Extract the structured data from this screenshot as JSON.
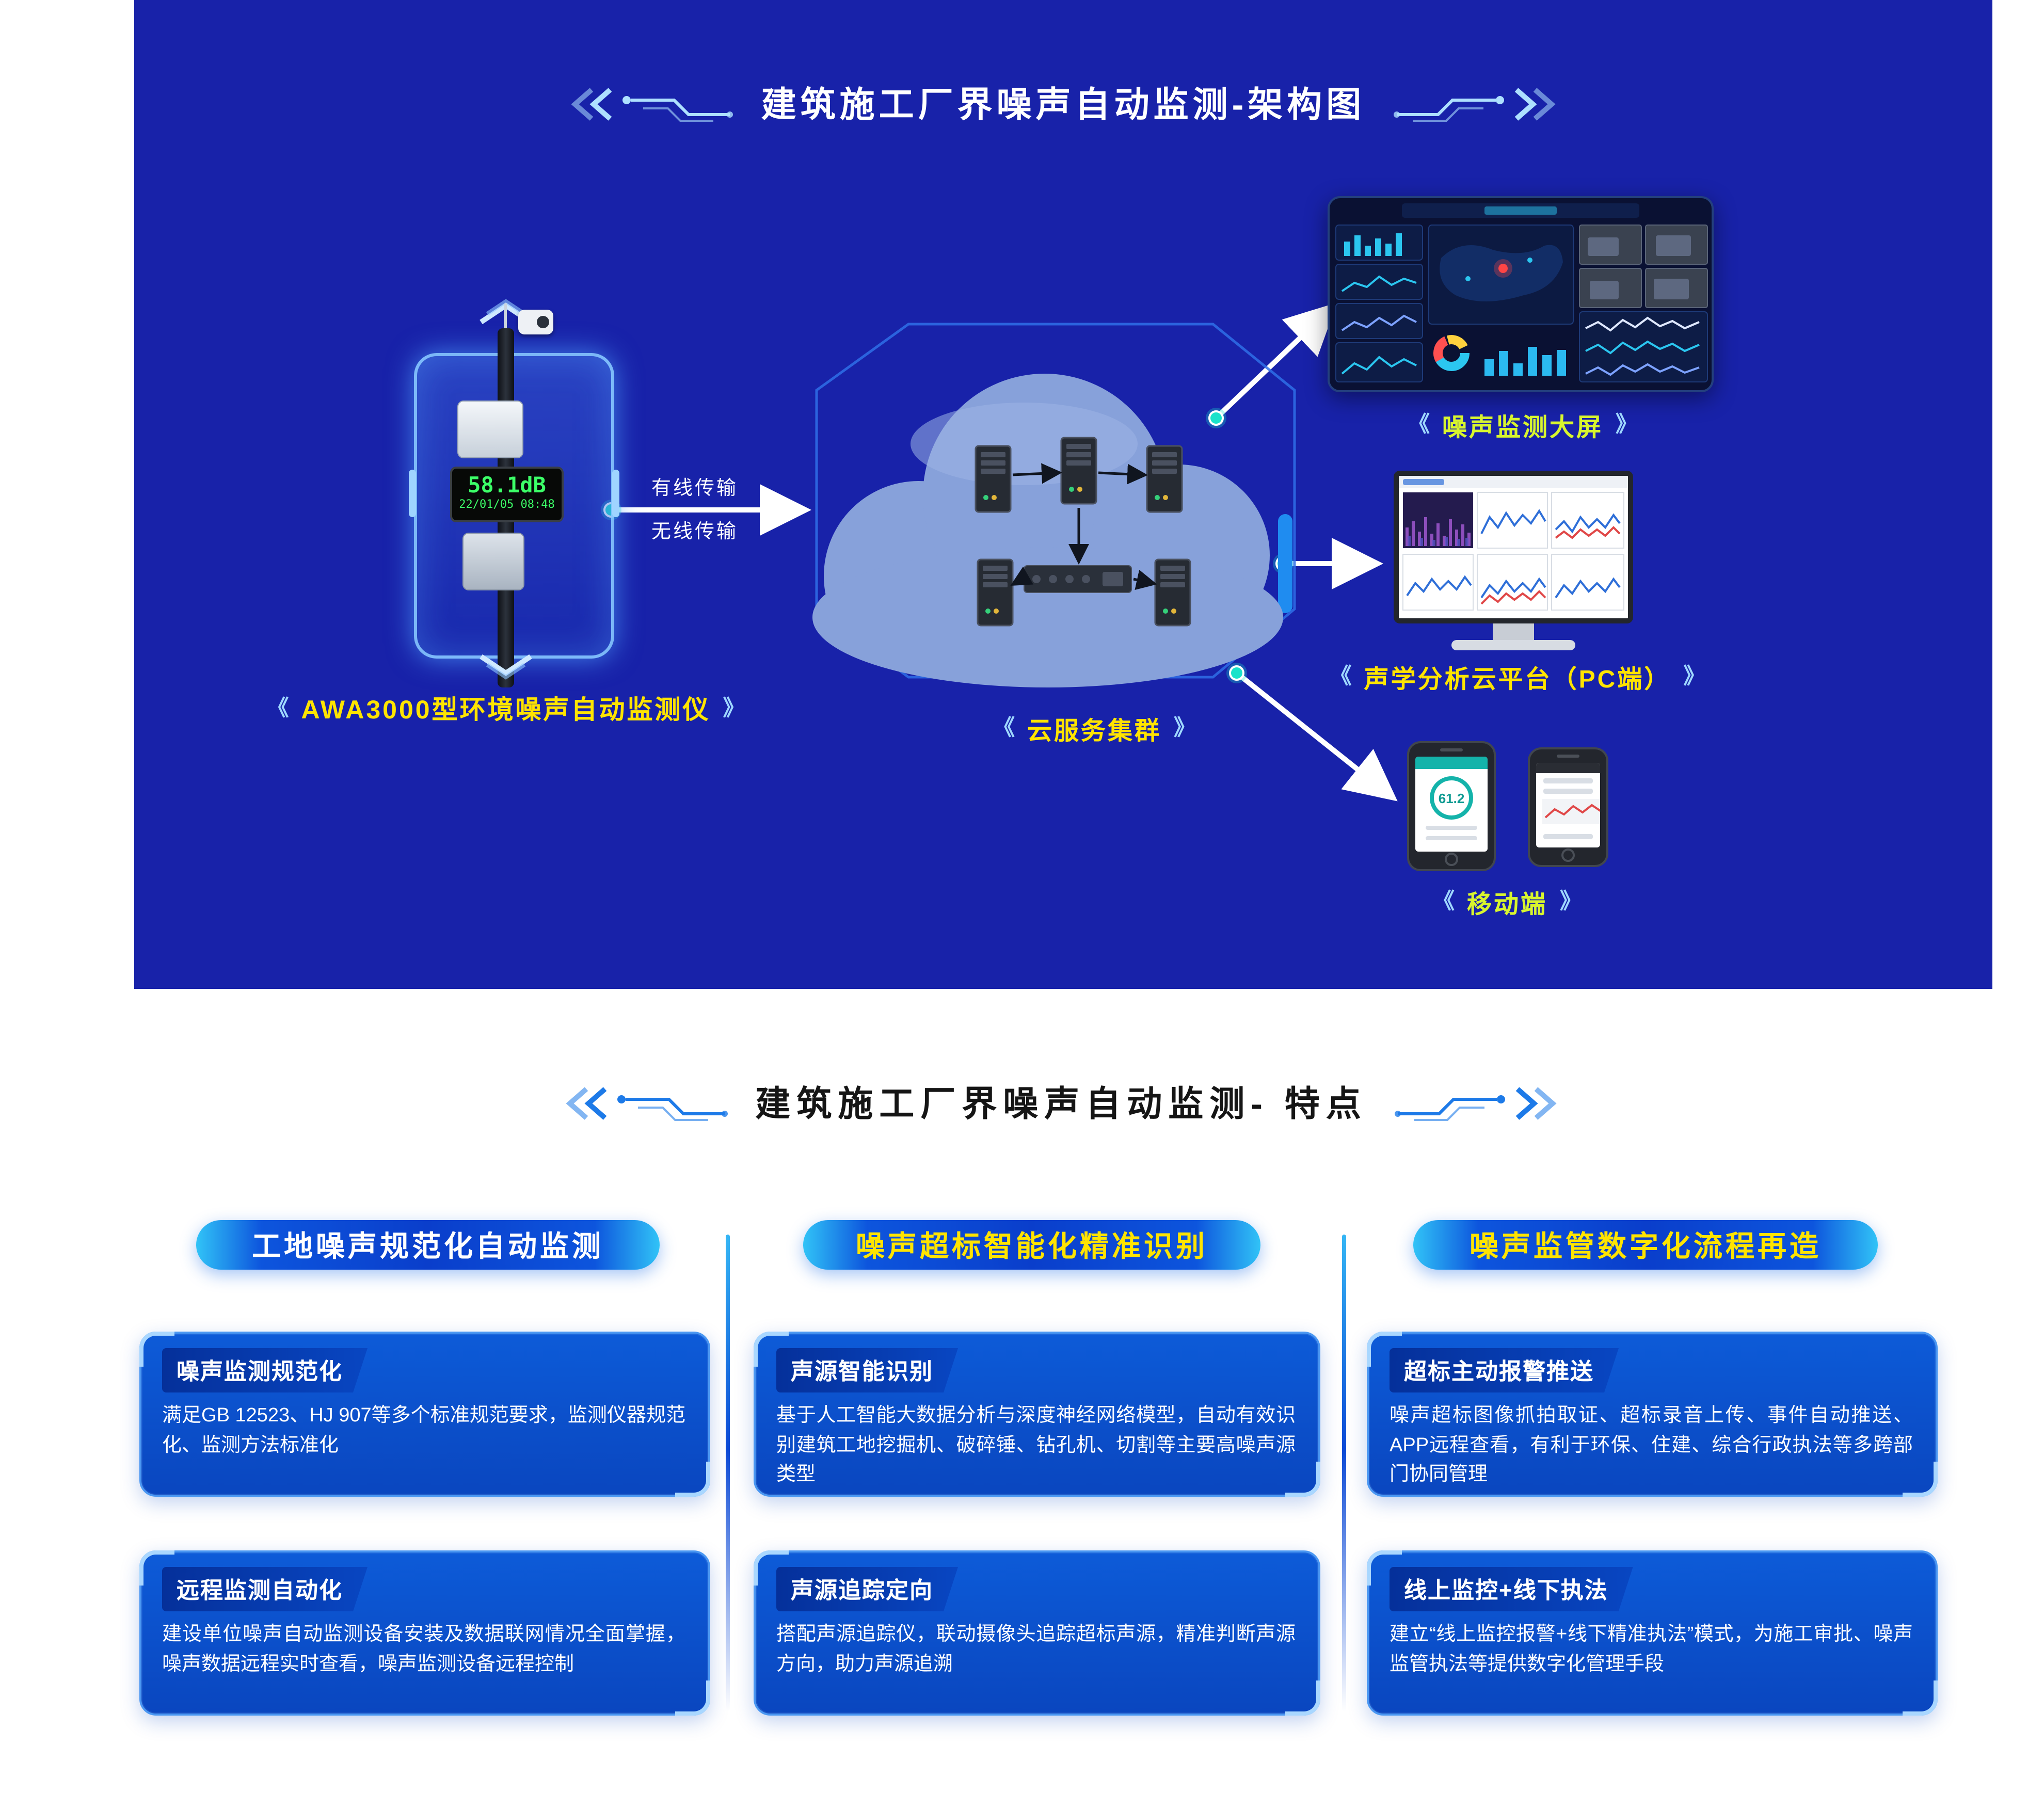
{
  "decor": {
    "chev_l": "《",
    "chev_r": "》"
  },
  "colors": {
    "panel_bg": "#1822a9",
    "accent_yellow": "#ffe400",
    "accent_lime": "#d8f52e",
    "header_white": "#ffffff",
    "teal_dot": "#19e2ca",
    "card_blue": "#0b50c8"
  },
  "architecture": {
    "title": "建筑施工厂界噪声自动监测-架构图",
    "device": {
      "led_value": "58.1dB",
      "led_datetime": "22/01/05  08:48",
      "label": "AWA3000型环境噪声自动监测仪"
    },
    "transmission": {
      "wired": "有线传输",
      "wireless": "无线传输"
    },
    "cloud_label": "云服务集群",
    "outputs": {
      "big_screen_label": "噪声监测大屏",
      "pc_label": "声学分析云平台（PC端）",
      "mobile_label": "移动端",
      "mobile_reading": "61.2"
    }
  },
  "features": {
    "title": "建筑施工厂界噪声自动监测- 特点",
    "columns": [
      {
        "header": "工地噪声规范化自动监测",
        "header_color": "#ffffff",
        "cards": [
          {
            "title": "噪声监测规范化",
            "body": "满足GB 12523、HJ 907等多个标准规范要求，监测仪器规范化、监测方法标准化"
          },
          {
            "title": "远程监测自动化",
            "body": "建设单位噪声自动监测设备安装及数据联网情况全面掌握，噪声数据远程实时查看，噪声监测设备远程控制"
          }
        ]
      },
      {
        "header": "噪声超标智能化精准识别",
        "header_color": "#ffe400",
        "cards": [
          {
            "title": "声源智能识别",
            "body": "基于人工智能大数据分析与深度神经网络模型，自动有效识别建筑工地挖掘机、破碎锤、钻孔机、切割等主要高噪声源类型"
          },
          {
            "title": "声源追踪定向",
            "body": "搭配声源追踪仪，联动摄像头追踪超标声源，精准判断声源方向，助力声源追溯"
          }
        ]
      },
      {
        "header": "噪声监管数字化流程再造",
        "header_color": "#ffe400",
        "cards": [
          {
            "title": "超标主动报警推送",
            "body": "噪声超标图像抓拍取证、超标录音上传、事件自动推送、APP远程查看，有利于环保、住建、综合行政执法等多跨部门协同管理"
          },
          {
            "title": "线上监控+线下执法",
            "body": "建立“线上监控报警+线下精准执法”模式，为施工审批、噪声监管执法等提供数字化管理手段"
          }
        ]
      }
    ]
  }
}
